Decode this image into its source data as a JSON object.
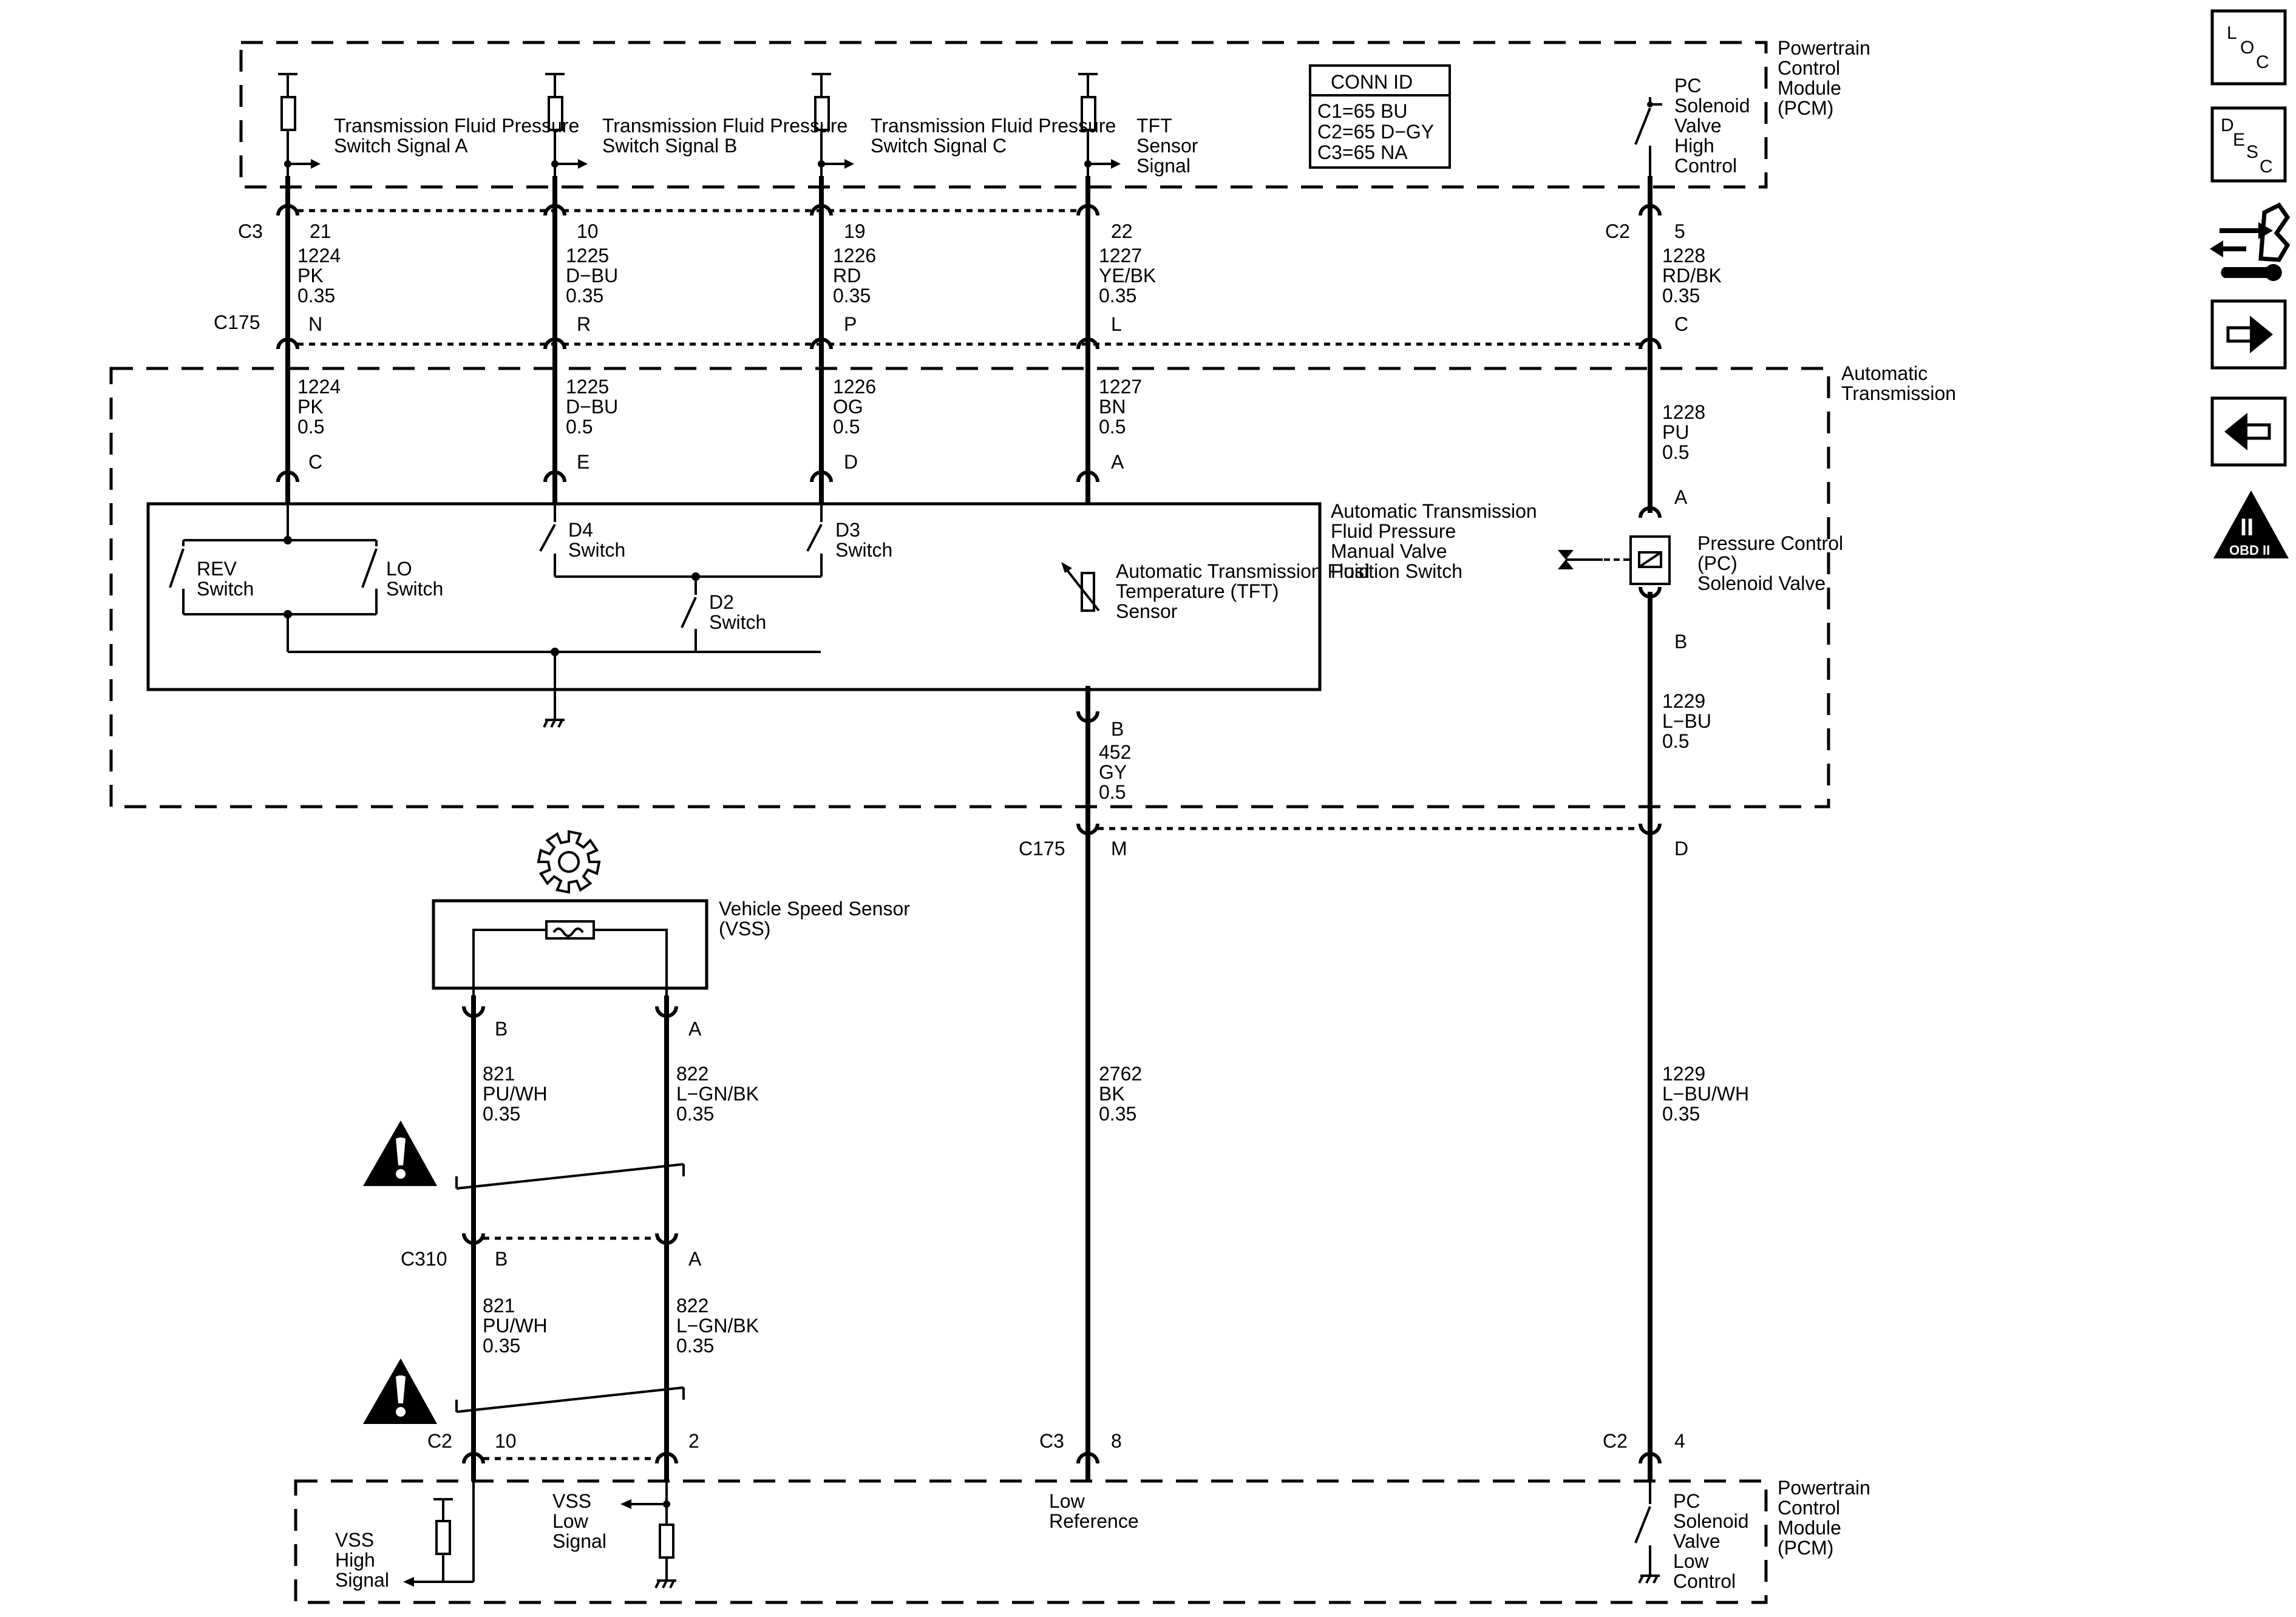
{
  "modules": {
    "pcm_top": "Powertrain Control Module (PCM)",
    "automatic_transmission": "Automatic Transmission",
    "pcm_bottom": "Powertrain Control Module (PCM)"
  },
  "conn_id": {
    "title": "CONN ID",
    "lines": [
      "C1=65 BU",
      "C2=65 D−GY",
      "C3=65 NA"
    ]
  },
  "pcm_signals": {
    "sig_a": "Transmission Fluid Pressure Switch Signal A",
    "sig_b": "Transmission Fluid Pressure Switch Signal B",
    "sig_c": "Transmission Fluid Pressure Switch Signal C",
    "tft": "TFT Sensor Signal",
    "pc_high": "PC Solenoid Valve High Control",
    "vss_high": "VSS High Signal",
    "vss_low": "VSS Low Signal",
    "low_ref": "Low Reference",
    "pc_low": "PC Solenoid Valve Low Control"
  },
  "connectors": {
    "c3": "C3",
    "c175": "C175",
    "c2": "C2",
    "c310": "C310"
  },
  "pins": {
    "c3_21": "21",
    "c3_10": "10",
    "c3_19": "19",
    "c3_22": "22",
    "c2_5": "5",
    "c175_n": "N",
    "c175_r": "R",
    "c175_p": "P",
    "c175_l": "L",
    "c175_c": "C",
    "sw_c": "C",
    "sw_e": "E",
    "sw_d": "D",
    "sw_a": "A",
    "pc_a": "A",
    "pc_b": "B",
    "tft_b": "B",
    "c175_m": "M",
    "c175_d": "D",
    "vss_b": "B",
    "vss_a": "A",
    "c310_b": "B",
    "c310_a": "A",
    "c2_10": "10",
    "c2_2": "2",
    "c3_8": "8",
    "c2_4": "4"
  },
  "wires": {
    "w1224_top": [
      "1224",
      "PK",
      "0.35"
    ],
    "w1225_top": [
      "1225",
      "D−BU",
      "0.35"
    ],
    "w1226_top": [
      "1226",
      "RD",
      "0.35"
    ],
    "w1227_top": [
      "1227",
      "YE/BK",
      "0.35"
    ],
    "w1228_top": [
      "1228",
      "RD/BK",
      "0.35"
    ],
    "w1224_mid": [
      "1224",
      "PK",
      "0.5"
    ],
    "w1225_mid": [
      "1225",
      "D−BU",
      "0.5"
    ],
    "w1226_mid": [
      "1226",
      "OG",
      "0.5"
    ],
    "w1227_mid": [
      "1227",
      "BN",
      "0.5"
    ],
    "w1228_mid": [
      "1228",
      "PU",
      "0.5"
    ],
    "w452": [
      "452",
      "GY",
      "0.5"
    ],
    "w1229_mid": [
      "1229",
      "L−BU",
      "0.5"
    ],
    "w821_top": [
      "821",
      "PU/WH",
      "0.35"
    ],
    "w822_top": [
      "822",
      "L−GN/BK",
      "0.35"
    ],
    "w2762": [
      "2762",
      "BK",
      "0.35"
    ],
    "w1229_bot": [
      "1229",
      "L−BU/WH",
      "0.35"
    ],
    "w821_bot": [
      "821",
      "PU/WH",
      "0.35"
    ],
    "w822_bot": [
      "822",
      "L−GN/BK",
      "0.35"
    ]
  },
  "components": {
    "manual_valve_switch": "Automatic Transmission Fluid Pressure Manual Valve Position Switch",
    "rev_switch": "REV Switch",
    "lo_switch": "LO Switch",
    "d4_switch": "D4 Switch",
    "d3_switch": "D3 Switch",
    "d2_switch": "D2 Switch",
    "tft_sensor": "Automatic Transmission Fluid Temperature (TFT) Sensor",
    "pc_solenoid": "Pressure Control (PC) Solenoid Valve",
    "vss": "Vehicle Speed Sensor (VSS)"
  },
  "side_buttons": {
    "loc": [
      "L",
      "O",
      "C"
    ],
    "desc": [
      "D",
      "E",
      "S",
      "C"
    ],
    "obd": "OBD II",
    "obd_numeral": "II"
  },
  "icons": {
    "loc": "loc-button-icon",
    "desc": "desc-button-icon",
    "connector_swap": "connector-wrench-icon",
    "next": "arrow-right-icon",
    "prev": "arrow-left-icon",
    "obd": "obd-ii-icon",
    "gear": "gear-icon",
    "warning": "warning-triangle-icon",
    "ground": "ground-icon"
  }
}
